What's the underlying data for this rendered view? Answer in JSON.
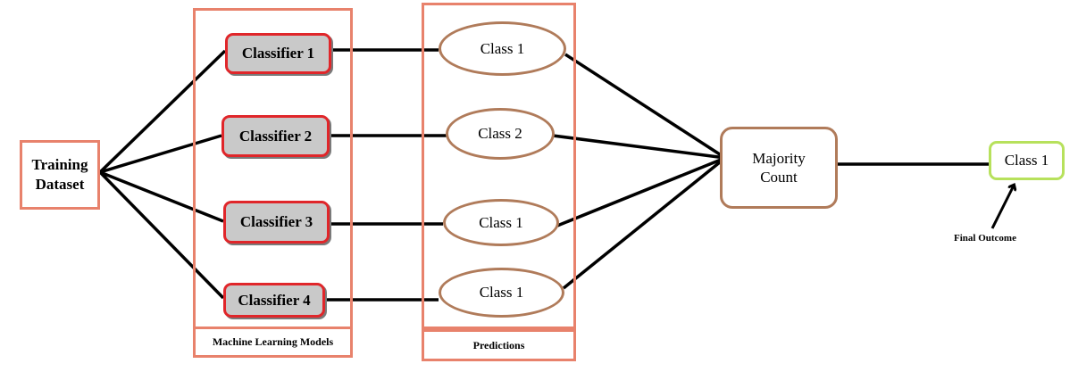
{
  "training": {
    "label_line1": "Training",
    "label_line2": "Dataset"
  },
  "models": {
    "caption": "Machine Learning Models",
    "classifiers": [
      "Classifier 1",
      "Classifier 2",
      "Classifier 3",
      "Classifier 4"
    ]
  },
  "predictions": {
    "caption": "Predictions",
    "classes": [
      "Class 1",
      "Class 2",
      "Class 1",
      "Class 1"
    ]
  },
  "majority": {
    "label_line1": "Majority",
    "label_line2": "Count"
  },
  "outcome": {
    "label": "Class 1",
    "annotation": "Final Outcome"
  },
  "colors": {
    "container_border": "#e8826c",
    "classifier_border": "#e0262a",
    "classifier_fill": "#c9c9c9",
    "prediction_border": "#b07b5a",
    "outcome_border": "#b7e15c",
    "connector": "#000000"
  }
}
